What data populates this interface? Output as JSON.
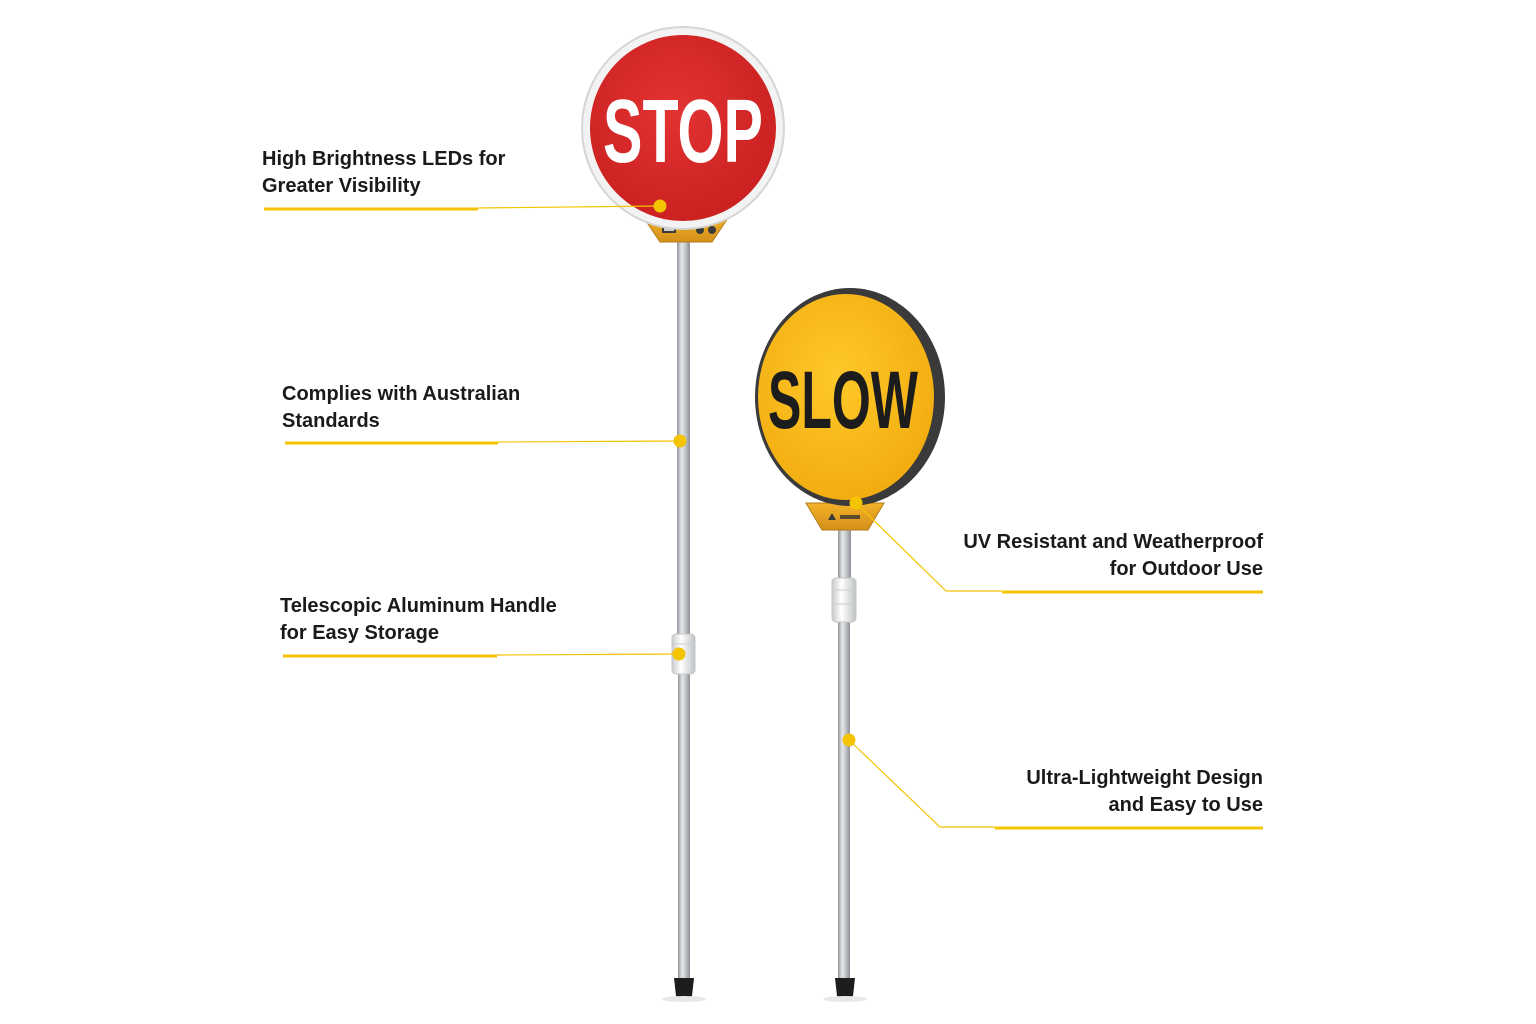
{
  "signs": {
    "stop": {
      "label": "STOP",
      "face_color": "#d92626",
      "text_color": "#ffffff",
      "rim_color": "#e9e9e9"
    },
    "slow": {
      "label": "SLOW",
      "face_color": "#f8b914",
      "text_color": "#1c1c1c",
      "rim_color": "#3a3a3a"
    }
  },
  "accent_color": "#f5c400",
  "features": [
    {
      "id": "leds",
      "lines": [
        "High Brightness LEDs for",
        "Greater Visibility"
      ]
    },
    {
      "id": "standards",
      "lines": [
        "Complies with Australian",
        "Standards"
      ]
    },
    {
      "id": "telescopic",
      "lines": [
        "Telescopic Aluminum Handle",
        "for Easy Storage"
      ]
    },
    {
      "id": "uv",
      "lines": [
        "UV Resistant and Weatherproof",
        "for Outdoor Use"
      ]
    },
    {
      "id": "lightweight",
      "lines": [
        "Ultra-Lightweight Design",
        "and Easy to Use"
      ]
    }
  ]
}
